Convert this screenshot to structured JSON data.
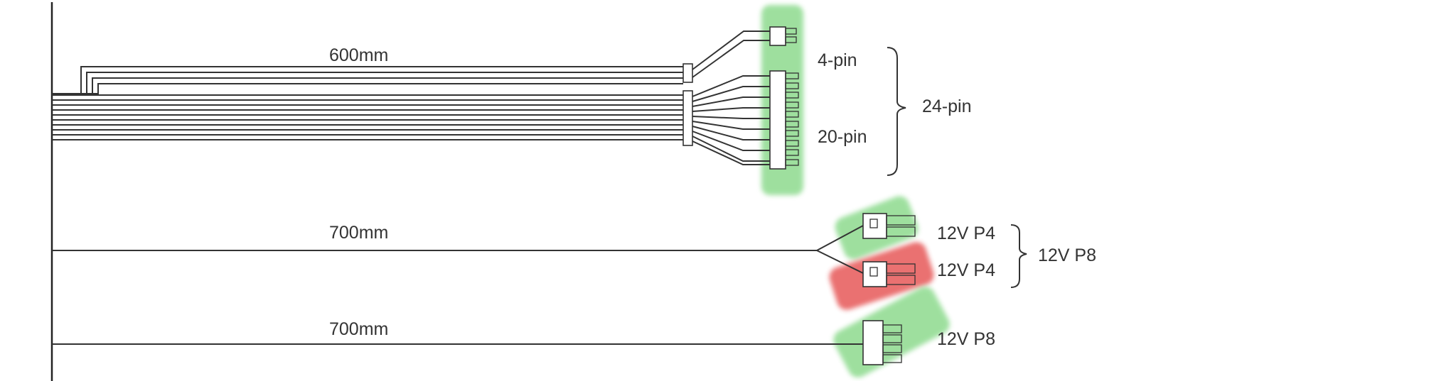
{
  "colors": {
    "line": "#333333",
    "good_highlight": "#79d47a",
    "bad_highlight": "#e23a3a"
  },
  "atx_cable": {
    "length_label": "600mm",
    "four_pin_label": "4-pin",
    "twenty_pin_label": "20-pin",
    "combined_label": "24-pin",
    "highlight": "good"
  },
  "eps_split_cable": {
    "length_label": "700mm",
    "upper_label": "12V P4",
    "lower_label": "12V P4",
    "combined_label": "12V P8",
    "upper_highlight": "good",
    "lower_highlight": "bad"
  },
  "eps_cable": {
    "length_label": "700mm",
    "connector_label": "12V P8",
    "highlight": "good"
  }
}
